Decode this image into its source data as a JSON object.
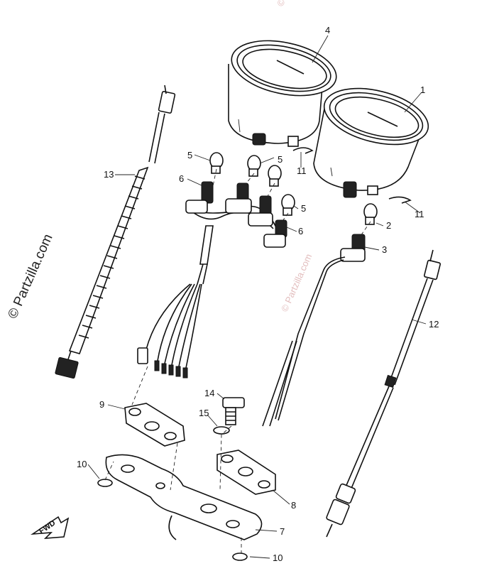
{
  "watermark": {
    "side_text": "© Partzilla.com",
    "faint_text": "© Partzilla.com"
  },
  "fwd_label": "FWD",
  "callouts": [
    {
      "id": "1",
      "part": "meter"
    },
    {
      "id": "2",
      "part": "bulb"
    },
    {
      "id": "3",
      "part": "socket-cord"
    },
    {
      "id": "4",
      "part": "meter"
    },
    {
      "id": "5",
      "part": "bulb"
    },
    {
      "id": "6",
      "part": "socket-cord"
    },
    {
      "id": "7",
      "part": "bracket"
    },
    {
      "id": "8",
      "part": "damper"
    },
    {
      "id": "9",
      "part": "damper"
    },
    {
      "id": "10",
      "part": "washer"
    },
    {
      "id": "11",
      "part": "clip"
    },
    {
      "id": "12",
      "part": "cable"
    },
    {
      "id": "13",
      "part": "cable"
    },
    {
      "id": "14",
      "part": "bolt"
    },
    {
      "id": "15",
      "part": "washer"
    }
  ],
  "labels": {
    "n1": "1",
    "n2": "2",
    "n3": "3",
    "n4": "4",
    "n5a": "5",
    "n5b": "5",
    "n5c": "5",
    "n6a": "6",
    "n6b": "6",
    "n7": "7",
    "n8": "8",
    "n9": "9",
    "n10a": "10",
    "n10b": "10",
    "n11a": "11",
    "n11b": "11",
    "n12": "12",
    "n13": "13",
    "n14": "14",
    "n15": "15"
  }
}
